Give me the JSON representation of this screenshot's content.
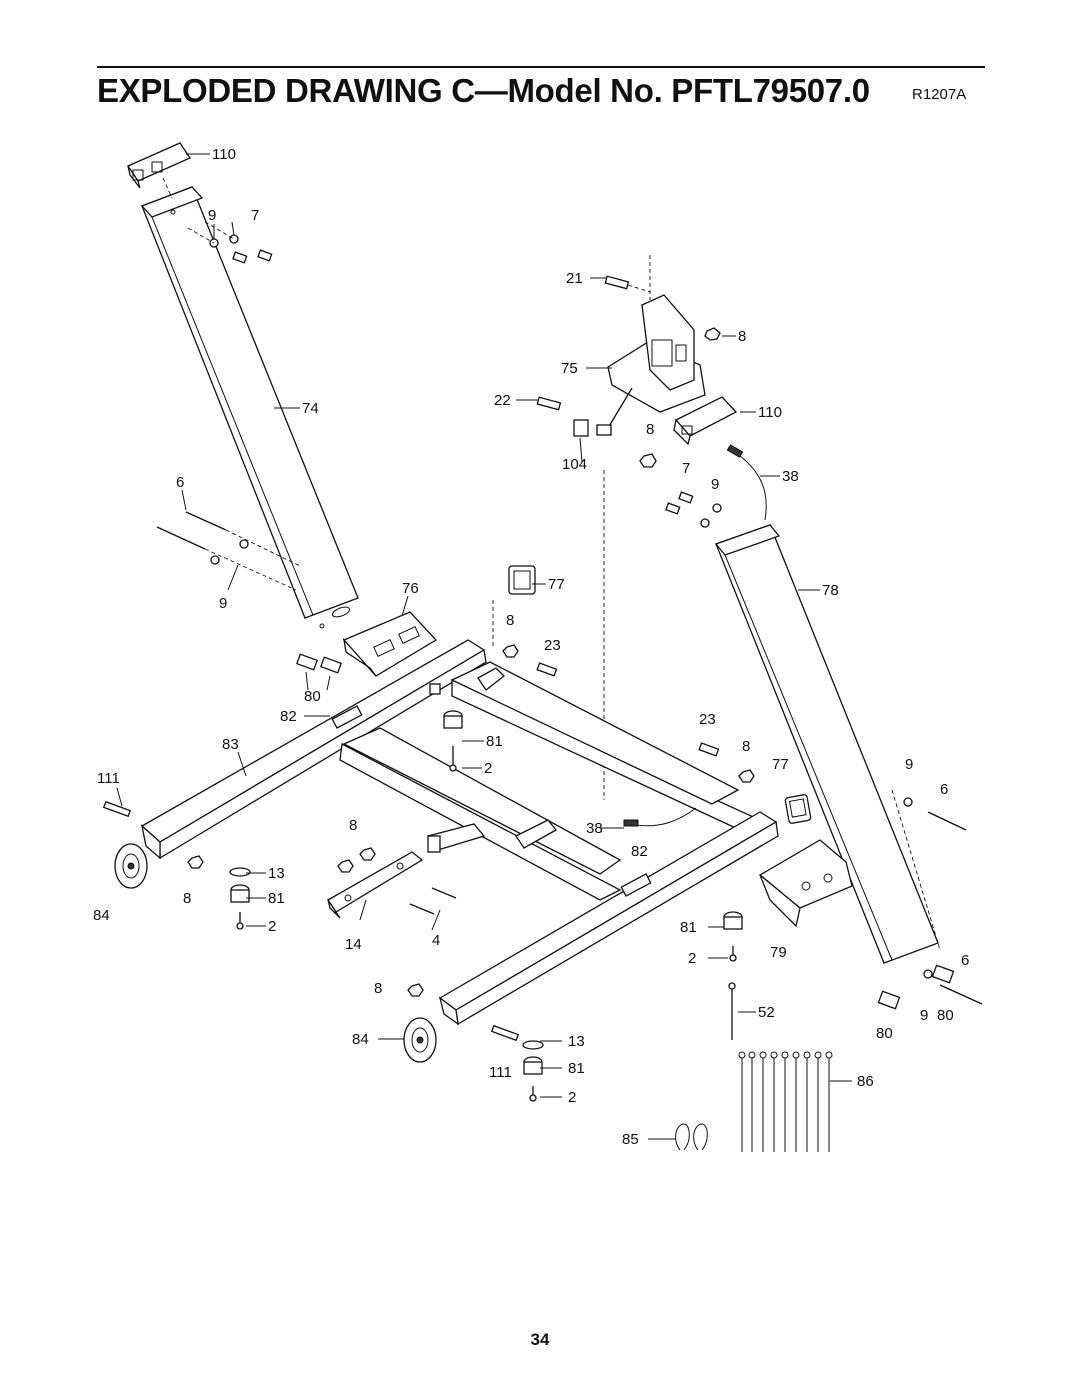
{
  "header": {
    "title": "EXPLODED DRAWING C—Model No. PFTL79507.0",
    "revision": "R1207A"
  },
  "page_number": "34",
  "callouts": [
    {
      "id": "c110a",
      "label": "110"
    },
    {
      "id": "c9a",
      "label": "9"
    },
    {
      "id": "c7a",
      "label": "7"
    },
    {
      "id": "c21",
      "label": "21"
    },
    {
      "id": "c8a",
      "label": "8"
    },
    {
      "id": "c75",
      "label": "75"
    },
    {
      "id": "c74",
      "label": "74"
    },
    {
      "id": "c22",
      "label": "22"
    },
    {
      "id": "c110b",
      "label": "110"
    },
    {
      "id": "c8b",
      "label": "8"
    },
    {
      "id": "c104",
      "label": "104"
    },
    {
      "id": "c7b",
      "label": "7"
    },
    {
      "id": "c9b",
      "label": "9"
    },
    {
      "id": "c38a",
      "label": "38"
    },
    {
      "id": "c6a",
      "label": "6"
    },
    {
      "id": "c76",
      "label": "76"
    },
    {
      "id": "c77a",
      "label": "77"
    },
    {
      "id": "c78",
      "label": "78"
    },
    {
      "id": "c9c",
      "label": "9"
    },
    {
      "id": "c8c",
      "label": "8"
    },
    {
      "id": "c23a",
      "label": "23"
    },
    {
      "id": "c80a",
      "label": "80"
    },
    {
      "id": "c82a",
      "label": "82"
    },
    {
      "id": "c23b",
      "label": "23"
    },
    {
      "id": "c81a",
      "label": "81"
    },
    {
      "id": "c8d",
      "label": "8"
    },
    {
      "id": "c83",
      "label": "83"
    },
    {
      "id": "c2a",
      "label": "2"
    },
    {
      "id": "c77b",
      "label": "77"
    },
    {
      "id": "c9d",
      "label": "9"
    },
    {
      "id": "c111a",
      "label": "111"
    },
    {
      "id": "c6b",
      "label": "6"
    },
    {
      "id": "c8e",
      "label": "8"
    },
    {
      "id": "c38b",
      "label": "38"
    },
    {
      "id": "c13a",
      "label": "13"
    },
    {
      "id": "c82b",
      "label": "82"
    },
    {
      "id": "c8f",
      "label": "8"
    },
    {
      "id": "c81b",
      "label": "81"
    },
    {
      "id": "c84a",
      "label": "84"
    },
    {
      "id": "c2b",
      "label": "2"
    },
    {
      "id": "c81c",
      "label": "81"
    },
    {
      "id": "c14",
      "label": "14"
    },
    {
      "id": "c4",
      "label": "4"
    },
    {
      "id": "c2c",
      "label": "2"
    },
    {
      "id": "c79",
      "label": "79"
    },
    {
      "id": "c6c",
      "label": "6"
    },
    {
      "id": "c8g",
      "label": "8"
    },
    {
      "id": "c52",
      "label": "52"
    },
    {
      "id": "c9e",
      "label": "9"
    },
    {
      "id": "c80b",
      "label": "80"
    },
    {
      "id": "c80c",
      "label": "80"
    },
    {
      "id": "c84b",
      "label": "84"
    },
    {
      "id": "c13b",
      "label": "13"
    },
    {
      "id": "c111b",
      "label": "111"
    },
    {
      "id": "c81d",
      "label": "81"
    },
    {
      "id": "c86",
      "label": "86"
    },
    {
      "id": "c2d",
      "label": "2"
    },
    {
      "id": "c85",
      "label": "85"
    }
  ]
}
